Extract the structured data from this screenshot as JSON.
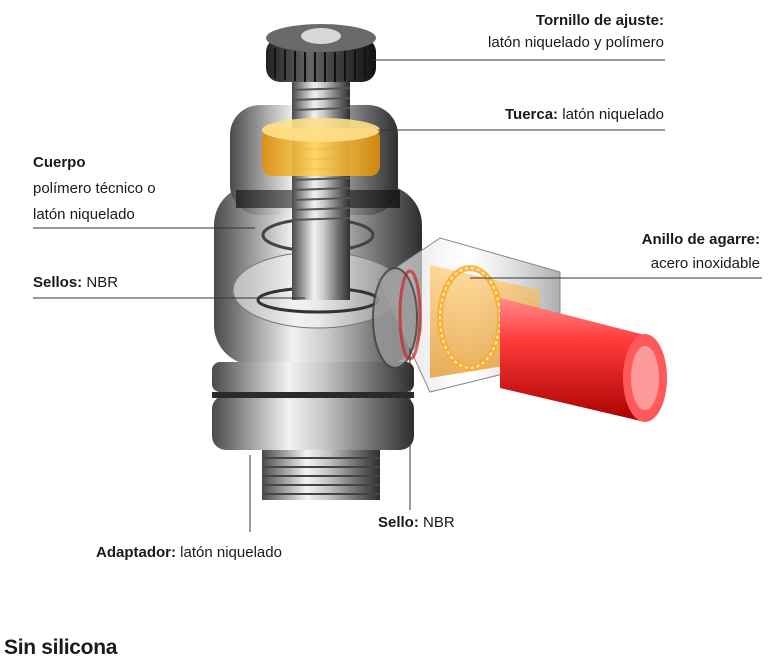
{
  "labels": {
    "tornillo": {
      "title": "Tornillo de ajuste:",
      "desc": "latón niquelado y polímero"
    },
    "tuerca": {
      "title": "Tuerca:",
      "desc": "latón niquelado"
    },
    "cuerpo": {
      "title": "Cuerpo",
      "desc1": "polímero técnico o",
      "desc2": "latón niquelado"
    },
    "anillo": {
      "title": "Anillo de agarre:",
      "desc": "acero inoxidable"
    },
    "sellos": {
      "title": "Sellos:",
      "desc": "NBR"
    },
    "sello": {
      "title": "Sello:",
      "desc": "NBR"
    },
    "adaptador": {
      "title": "Adaptador:",
      "desc": "latón niquelado"
    }
  },
  "footer": {
    "text": "Sin silicona"
  }
}
